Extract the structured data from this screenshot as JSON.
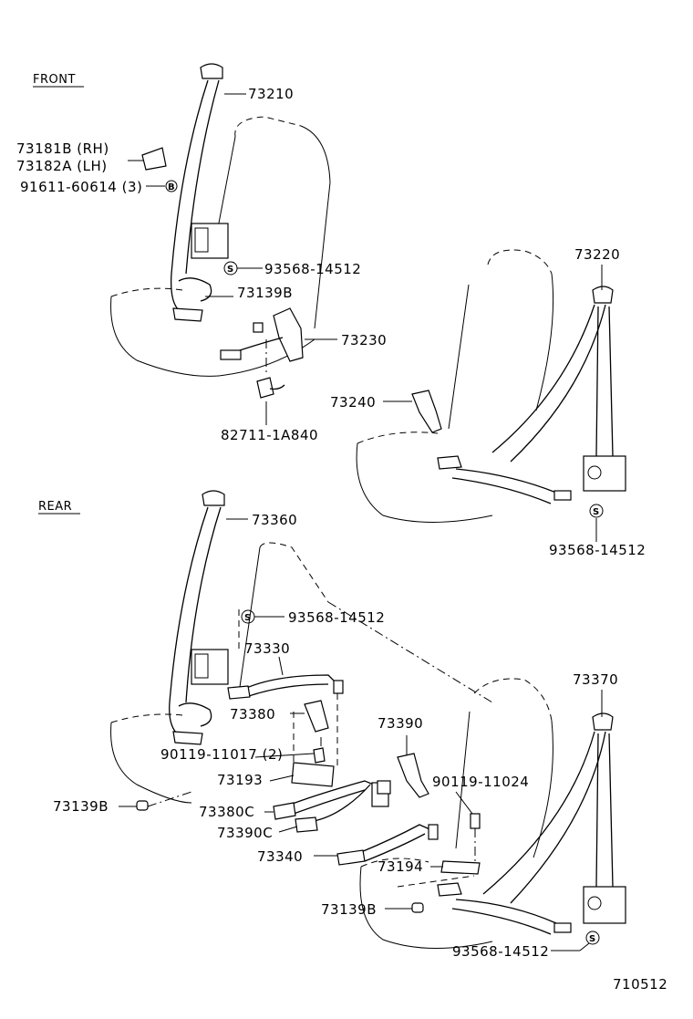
{
  "sections": {
    "front": "FRONT",
    "rear": "REAR"
  },
  "labels": {
    "p73210": "73210",
    "p73181b": "73181B (RH)",
    "p73182a": "73182A (LH)",
    "p91611": "91611-60614 (3)",
    "p93568_front": "93568-14512",
    "p73139b_front": "73139B",
    "p73230": "73230",
    "p82711": "82711-1A840",
    "p73220": "73220",
    "p73240": "73240",
    "p93568_right": "93568-14512",
    "p73360": "73360",
    "p93568_rear": "93568-14512",
    "p73330": "73330",
    "p73380": "73380",
    "p90119_11017": "90119-11017 (2)",
    "p73193": "73193",
    "p73139b_rear_left": "73139B",
    "p73380c": "73380C",
    "p73390c": "73390C",
    "p73340": "73340",
    "p73390": "73390",
    "p90119_11024": "90119-11024",
    "p73194": "73194",
    "p73139b_rear_bottom": "73139B",
    "p93568_bottom": "93568-14512",
    "p73370": "73370"
  },
  "symbols": {
    "s": "S",
    "b": "B"
  },
  "figure_number": "710512"
}
